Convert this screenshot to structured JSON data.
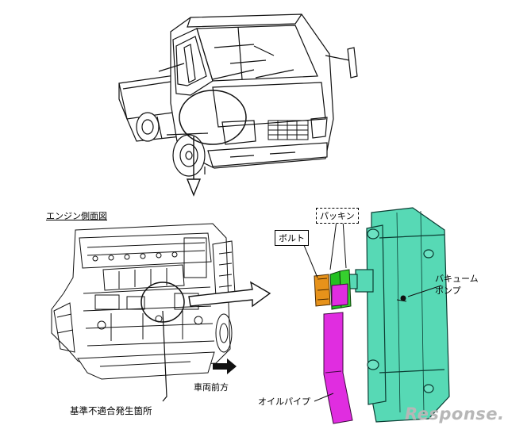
{
  "labels": {
    "engine_side_view": "エンジン側面図",
    "gasket": "パッキン",
    "bolt": "ボルト",
    "vacuum_pump": "バキューム\nポンプ",
    "vehicle_front": "車両前方",
    "oil_pipe": "オイルパイプ",
    "nonconformity_location": "基準不適合発生箇所"
  },
  "watermark": "Response.",
  "colors": {
    "vacuum_pump": "#57d9b5",
    "gasket": "#22c020",
    "bolt": "#e7921a",
    "oil_pipe": "#e02de0"
  }
}
